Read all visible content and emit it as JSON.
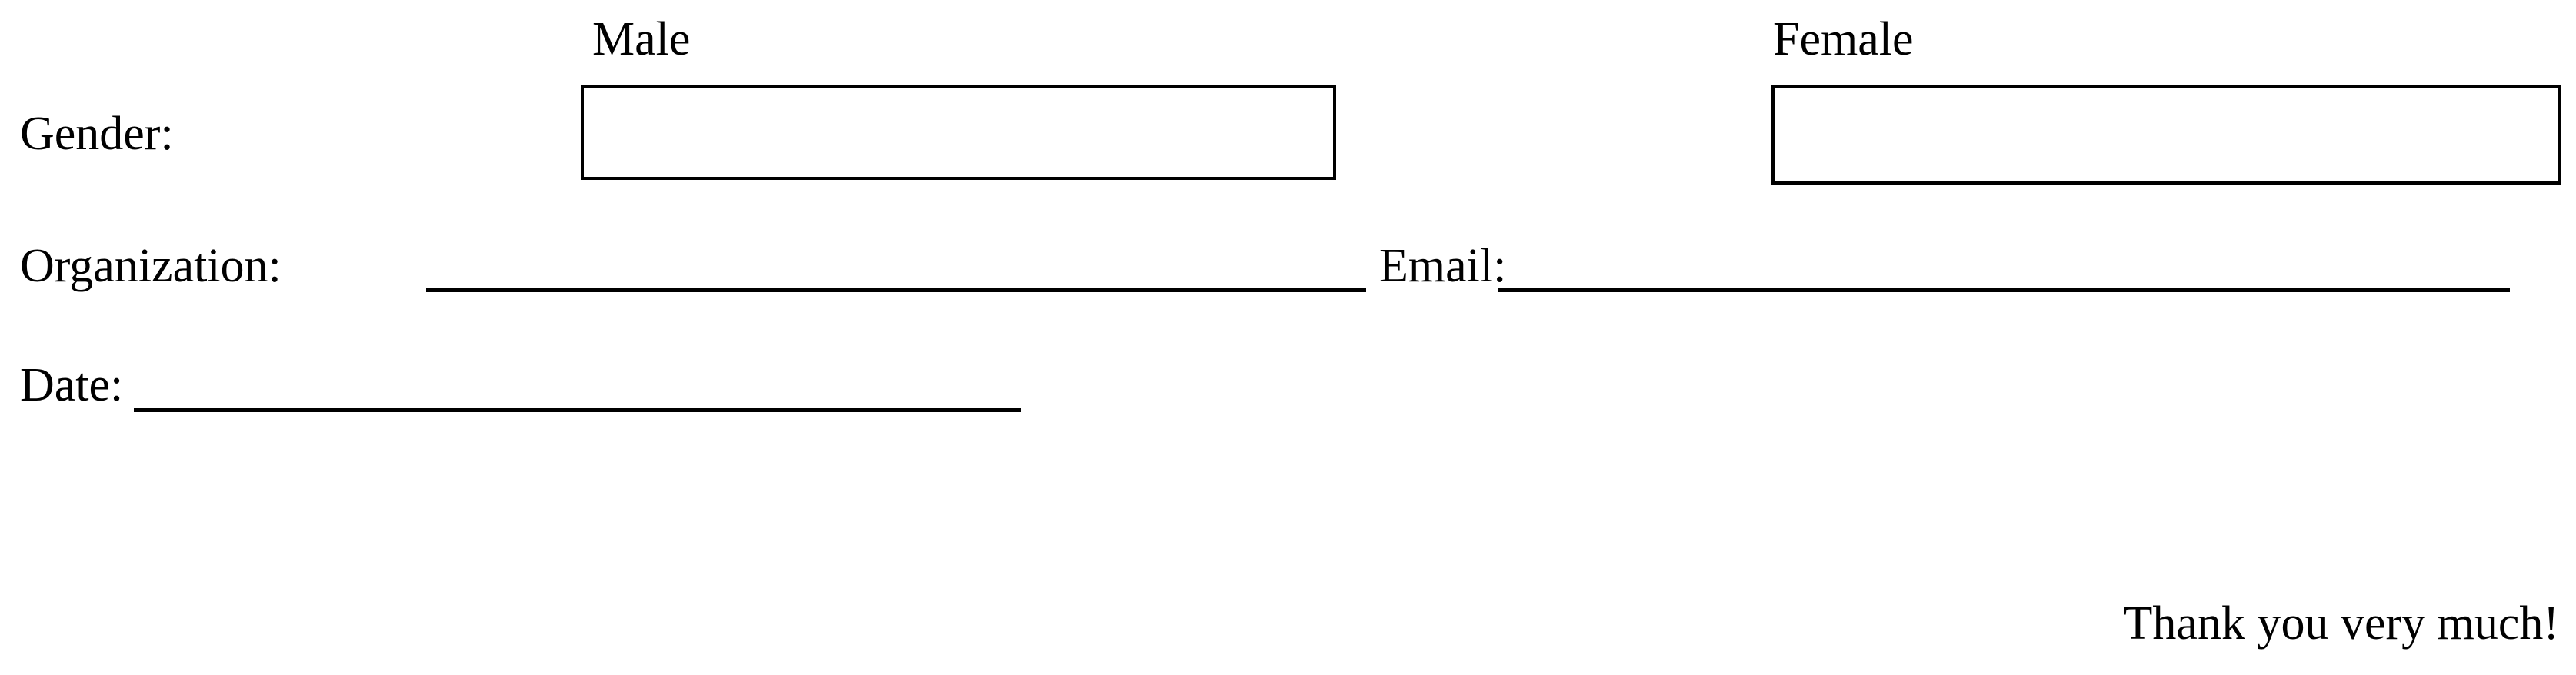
{
  "document": {
    "type": "survey-form-fragment",
    "background_color": "#ffffff",
    "text_color": "#000000",
    "rule_color": "#000000"
  },
  "fields": {
    "gender": {
      "label": "Gender:",
      "options": [
        {
          "label": "Male",
          "checked": false
        },
        {
          "label": "Female",
          "checked": false
        }
      ]
    },
    "organization": {
      "label": "Organization:",
      "value": ""
    },
    "email": {
      "label": "Email:",
      "value": ""
    },
    "date": {
      "label": "Date:",
      "value": ""
    }
  },
  "closing": {
    "message": "Thank you very much!"
  }
}
